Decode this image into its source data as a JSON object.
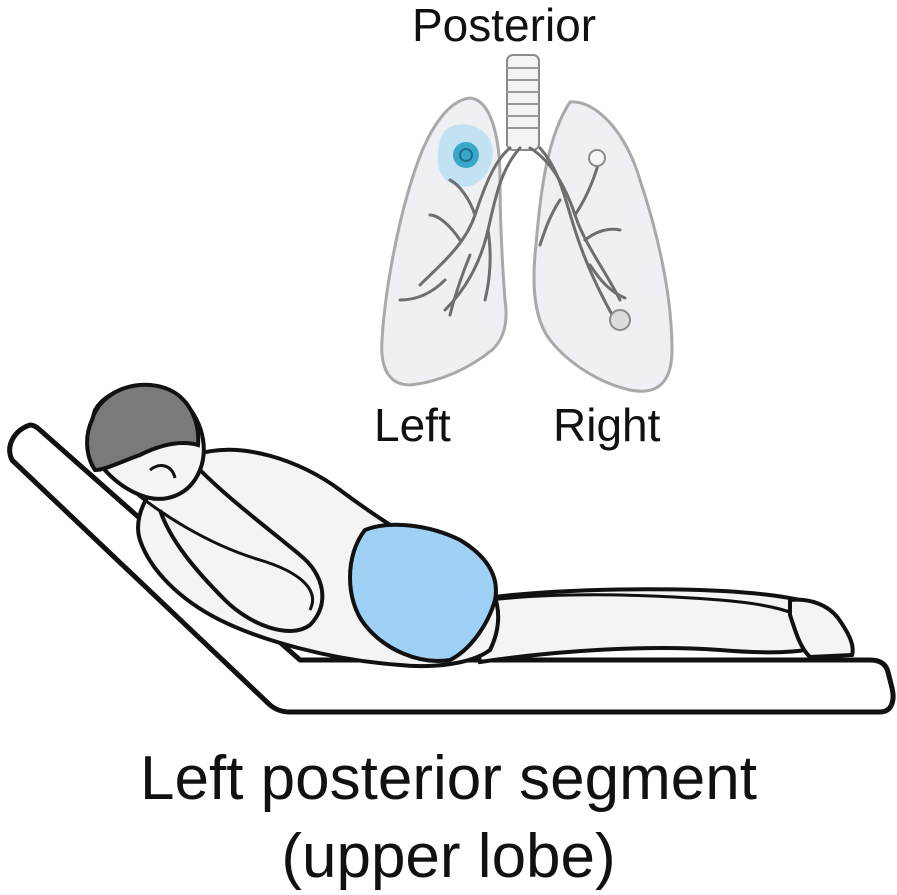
{
  "labels": {
    "posterior": "Posterior",
    "left": "Left",
    "right": "Right"
  },
  "caption": {
    "line1": "Left posterior segment",
    "line2": "(upper lobe)"
  },
  "colors": {
    "highlighted_segment": "#3aa6c9",
    "pillow": "#9fd0f5",
    "hair": "#7a7a7a",
    "lung_fill": "#eef0f3",
    "outline": "#111111"
  }
}
